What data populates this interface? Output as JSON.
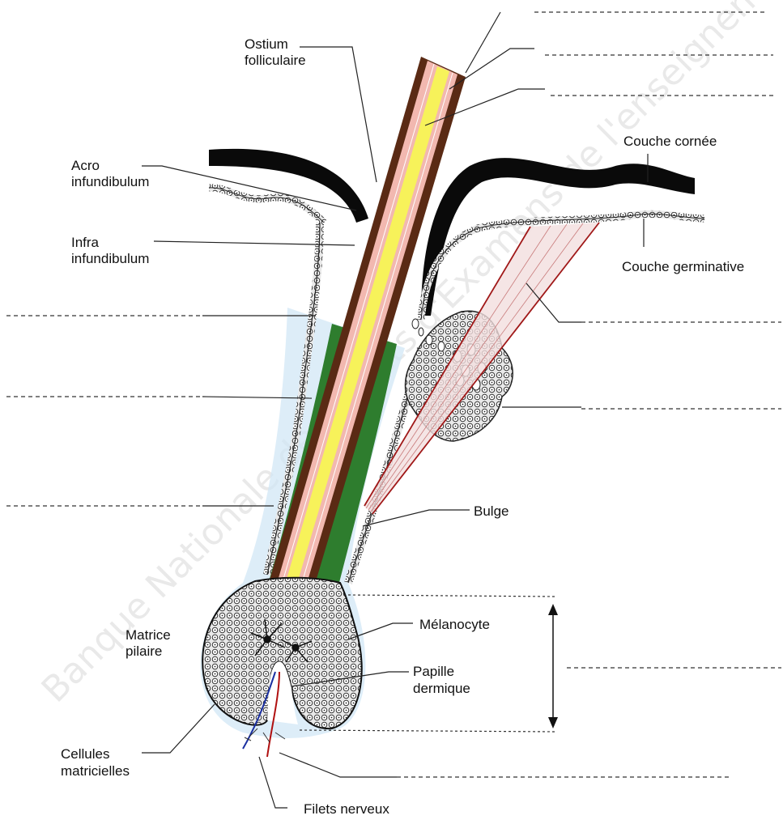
{
  "labels": {
    "ostium_1": "Ostium",
    "ostium_2": "folliculaire",
    "acro_1": "Acro",
    "acro_2": "infundibulum",
    "infra_1": "Infra",
    "infra_2": "infundibulum",
    "couche_cornee": "Couche cornée",
    "couche_germinative": "Couche germinative",
    "bulge": "Bulge",
    "matrice_1": "Matrice",
    "matrice_2": "pilaire",
    "melanocyte": "Mélanocyte",
    "papille_1": "Papille",
    "papille_2": "dermique",
    "cellules_1": "Cellules",
    "cellules_2": "matricielles",
    "filets": "Filets nerveux"
  },
  "watermark": "Banque Nationale des Sujets d'Examens de l'enseignement",
  "colors": {
    "sheath_green": "#2e7d2e",
    "hair_brown": "#5a2a14",
    "hair_pink": "#f2b8b0",
    "hair_yellow": "#f7f25a",
    "muscle_red": "#a01818",
    "halo_blue": "#cfe6f5",
    "epidermis_black": "#0a0a0a"
  }
}
